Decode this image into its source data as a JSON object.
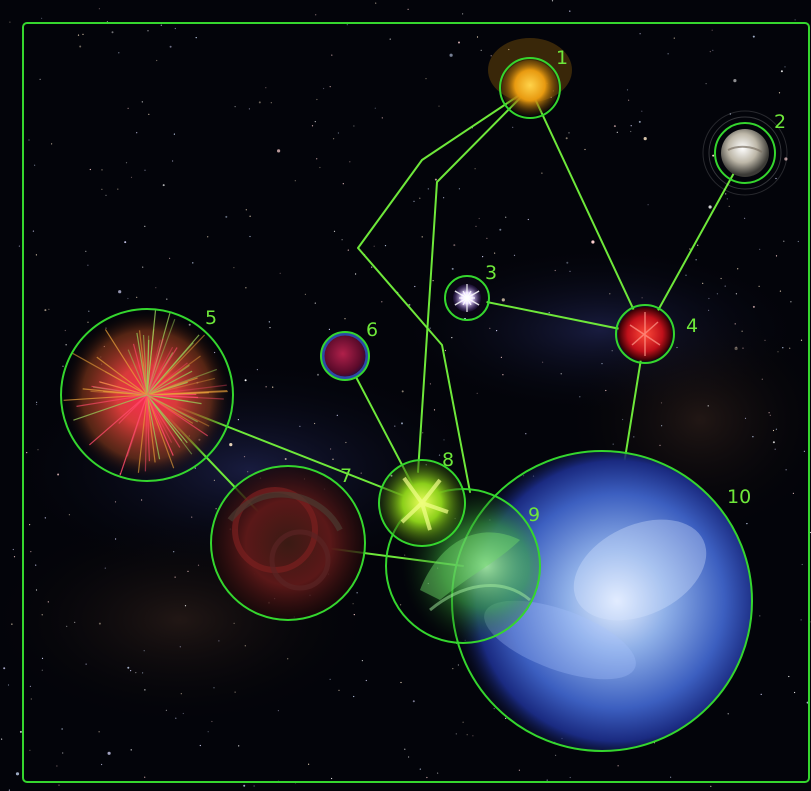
{
  "map": {
    "frame_color": "#35d62e",
    "link_color": "#6ee83a",
    "nodes": [
      {
        "label": "1",
        "icon": "golden-nebula-icon",
        "color": "#e8a20f"
      },
      {
        "label": "2",
        "icon": "white-planet-icon",
        "color": "#d8d6cc"
      },
      {
        "label": "3",
        "icon": "white-starburst-icon",
        "color": "#d8c8ff"
      },
      {
        "label": "4",
        "icon": "red-sun-icon",
        "color": "#e0202a"
      },
      {
        "label": "5",
        "icon": "red-fireball-icon",
        "color": "#e8405a"
      },
      {
        "label": "6",
        "icon": "dark-red-planet-icon",
        "color": "#8a1a3a"
      },
      {
        "label": "7",
        "icon": "dark-red-vortex-icon",
        "color": "#6a1a1a"
      },
      {
        "label": "8",
        "icon": "green-flower-icon",
        "color": "#a6e02a"
      },
      {
        "label": "9",
        "icon": "green-nebula-icon",
        "color": "#4fbf4a"
      },
      {
        "label": "10",
        "icon": "blue-galaxy-icon",
        "color": "#5a86e0"
      }
    ]
  }
}
